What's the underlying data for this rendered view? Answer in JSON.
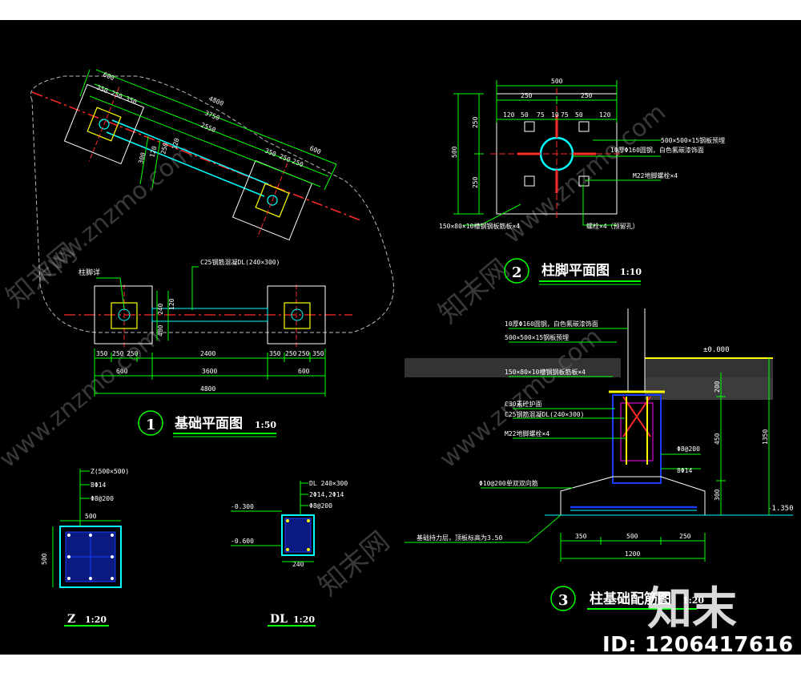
{
  "colors": {
    "bg": "#000000",
    "green": "#00ff00",
    "cyan": "#00ffff",
    "red": "#ff2a2a",
    "yellow": "#ffff00",
    "white": "#ffffff",
    "blue": "#1a3cff",
    "magenta": "#ff00ff",
    "gray": "#bbbbbb"
  },
  "watermark": {
    "text": "www.znzmo.com",
    "cn": "知末网",
    "brand": "知末",
    "id": "ID: 1206417616"
  },
  "plan1": {
    "title": "基础平面图",
    "num": "1",
    "scale": "1:50",
    "dims_top": [
      "350",
      "250",
      "250",
      "2400",
      "350",
      "250",
      "250",
      "350"
    ],
    "dims_row2": [
      "600",
      "3600",
      "600"
    ],
    "dims_total": "4800",
    "dims_side": [
      "240",
      "120",
      "480"
    ],
    "label_pile": "柱脚详",
    "label_beam": "C25钢筋混凝DL(240×300)",
    "rot_dims": [
      "600",
      "350",
      "250",
      "350",
      "4800",
      "3750",
      "2550",
      "350",
      "250",
      "250",
      "600",
      "300",
      "120",
      "250",
      "120"
    ]
  },
  "plan2": {
    "title": "柱脚平面图",
    "num": "2",
    "scale": "1:10",
    "dims_top": [
      "500",
      "250",
      "250"
    ],
    "dims_row": [
      "120",
      "50",
      "75",
      "10",
      "75",
      "50",
      "120"
    ],
    "dims_left": [
      "500",
      "250",
      "250"
    ],
    "labels": [
      "500×500×15钢板预埋",
      "10厚Φ160圆钢，白色氟碳漆饰面",
      "M22地脚螺栓×4",
      "150×80×10槽钢钢板筋板×4",
      "螺栓×4（预留孔）"
    ]
  },
  "sect3": {
    "title": "柱基础配筋图",
    "num": "3",
    "scale": "1:20",
    "labels": [
      "10厚Φ160圆钢，白色氟碳漆饰面",
      "500×500×15钢板预埋",
      "150×80×10槽钢钢板筋板×4",
      "C30素砼护面",
      "C25钢筋混凝DL(240×300)",
      "M22地脚螺栓×4",
      "Φ8@200",
      "8Φ14",
      "Φ10@200单双双向筋",
      "基础持力层，顶板标高为3.50"
    ],
    "level_top": "±0.000",
    "level_bot": "-1.350",
    "dims_bottom": [
      "350",
      "500",
      "250"
    ],
    "dims_total": "1200",
    "dims_right": [
      "200",
      "450",
      "300",
      "1350"
    ]
  },
  "detZ": {
    "title": "Z",
    "scale": "1:20",
    "labels": [
      "Z(500×500)",
      "8Φ14",
      "Φ8@200"
    ],
    "dim_w": "500",
    "dim_h": "500"
  },
  "detDL": {
    "title": "DL",
    "scale": "1:20",
    "labels": [
      "DL 240×300",
      "2Φ14,2Φ14",
      "Φ8@200"
    ],
    "levels": [
      "-0.300",
      "-0.600"
    ],
    "dim_w": "240"
  }
}
